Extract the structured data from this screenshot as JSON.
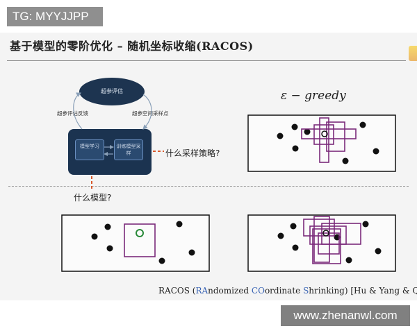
{
  "tag": {
    "text": "TG: MYYJJPP"
  },
  "slide": {
    "title": "基于模型的零阶优化 – 随机坐标收缩(RACOS)",
    "diagram": {
      "top_node": "超参评估",
      "left_arrow_label": "超参评估反馈",
      "right_arrow_label": "超参空间采样点",
      "inner_left": "模型学习",
      "inner_right": "训练模型采样"
    },
    "question_strategy": "什么采样策略?",
    "question_model": "什么模型?",
    "greedy_label": "ε − greedy",
    "footer": {
      "prefix": "RACOS (",
      "ra": "RA",
      "ndomized": "ndomized ",
      "co": "CO",
      "ordinate": "ordinate ",
      "s": "S",
      "hrinking": "hrinking)",
      "citation": " [Hu & Yang & Qian]"
    }
  },
  "watermark": {
    "text": "www.zhenanwl.com"
  },
  "colors": {
    "dark_navy": "#1b3350",
    "purple": "#7a2a7a",
    "orange_dash": "#d9582b",
    "green_ring": "#2a8a3a",
    "dot": "#111111"
  }
}
